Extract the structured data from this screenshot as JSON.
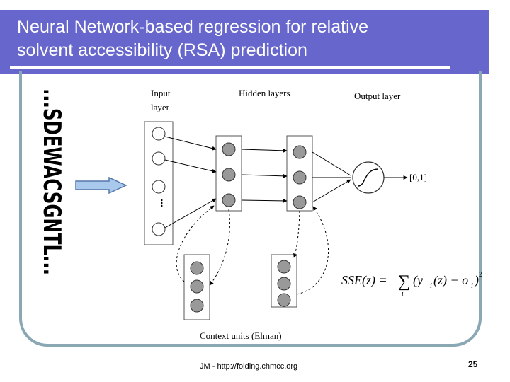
{
  "slide": {
    "title_line1": "Neural Network-based regression for relative",
    "title_line2": "solvent accessibility (RSA) prediction",
    "sequence_text": "...SDEWACSGNTL...",
    "footer": "JM - http://folding.chmcc.org",
    "page_number": "25"
  },
  "diagram": {
    "input_label_line1": "Input",
    "input_label_line2": "layer",
    "hidden_label": "Hidden layers",
    "output_label": "Output layer",
    "output_range": "[0,1]",
    "ellipsis": "...",
    "context_label": "Context units (Elman)",
    "formula_lhs": "SSE(z) =",
    "formula_sum": "∑",
    "formula_index": "i",
    "formula_body": "(y",
    "formula_body_i": "i",
    "formula_mid": "(z) − o",
    "formula_mid_i": "i",
    "formula_close": ")",
    "formula_exp": "2"
  },
  "colors": {
    "title_bg": "#6666cc",
    "frame": "#8aa7b4",
    "arrow_fill": "#a8c8ec",
    "arrow_stroke": "#5577aa",
    "node_fill": "#999999"
  }
}
